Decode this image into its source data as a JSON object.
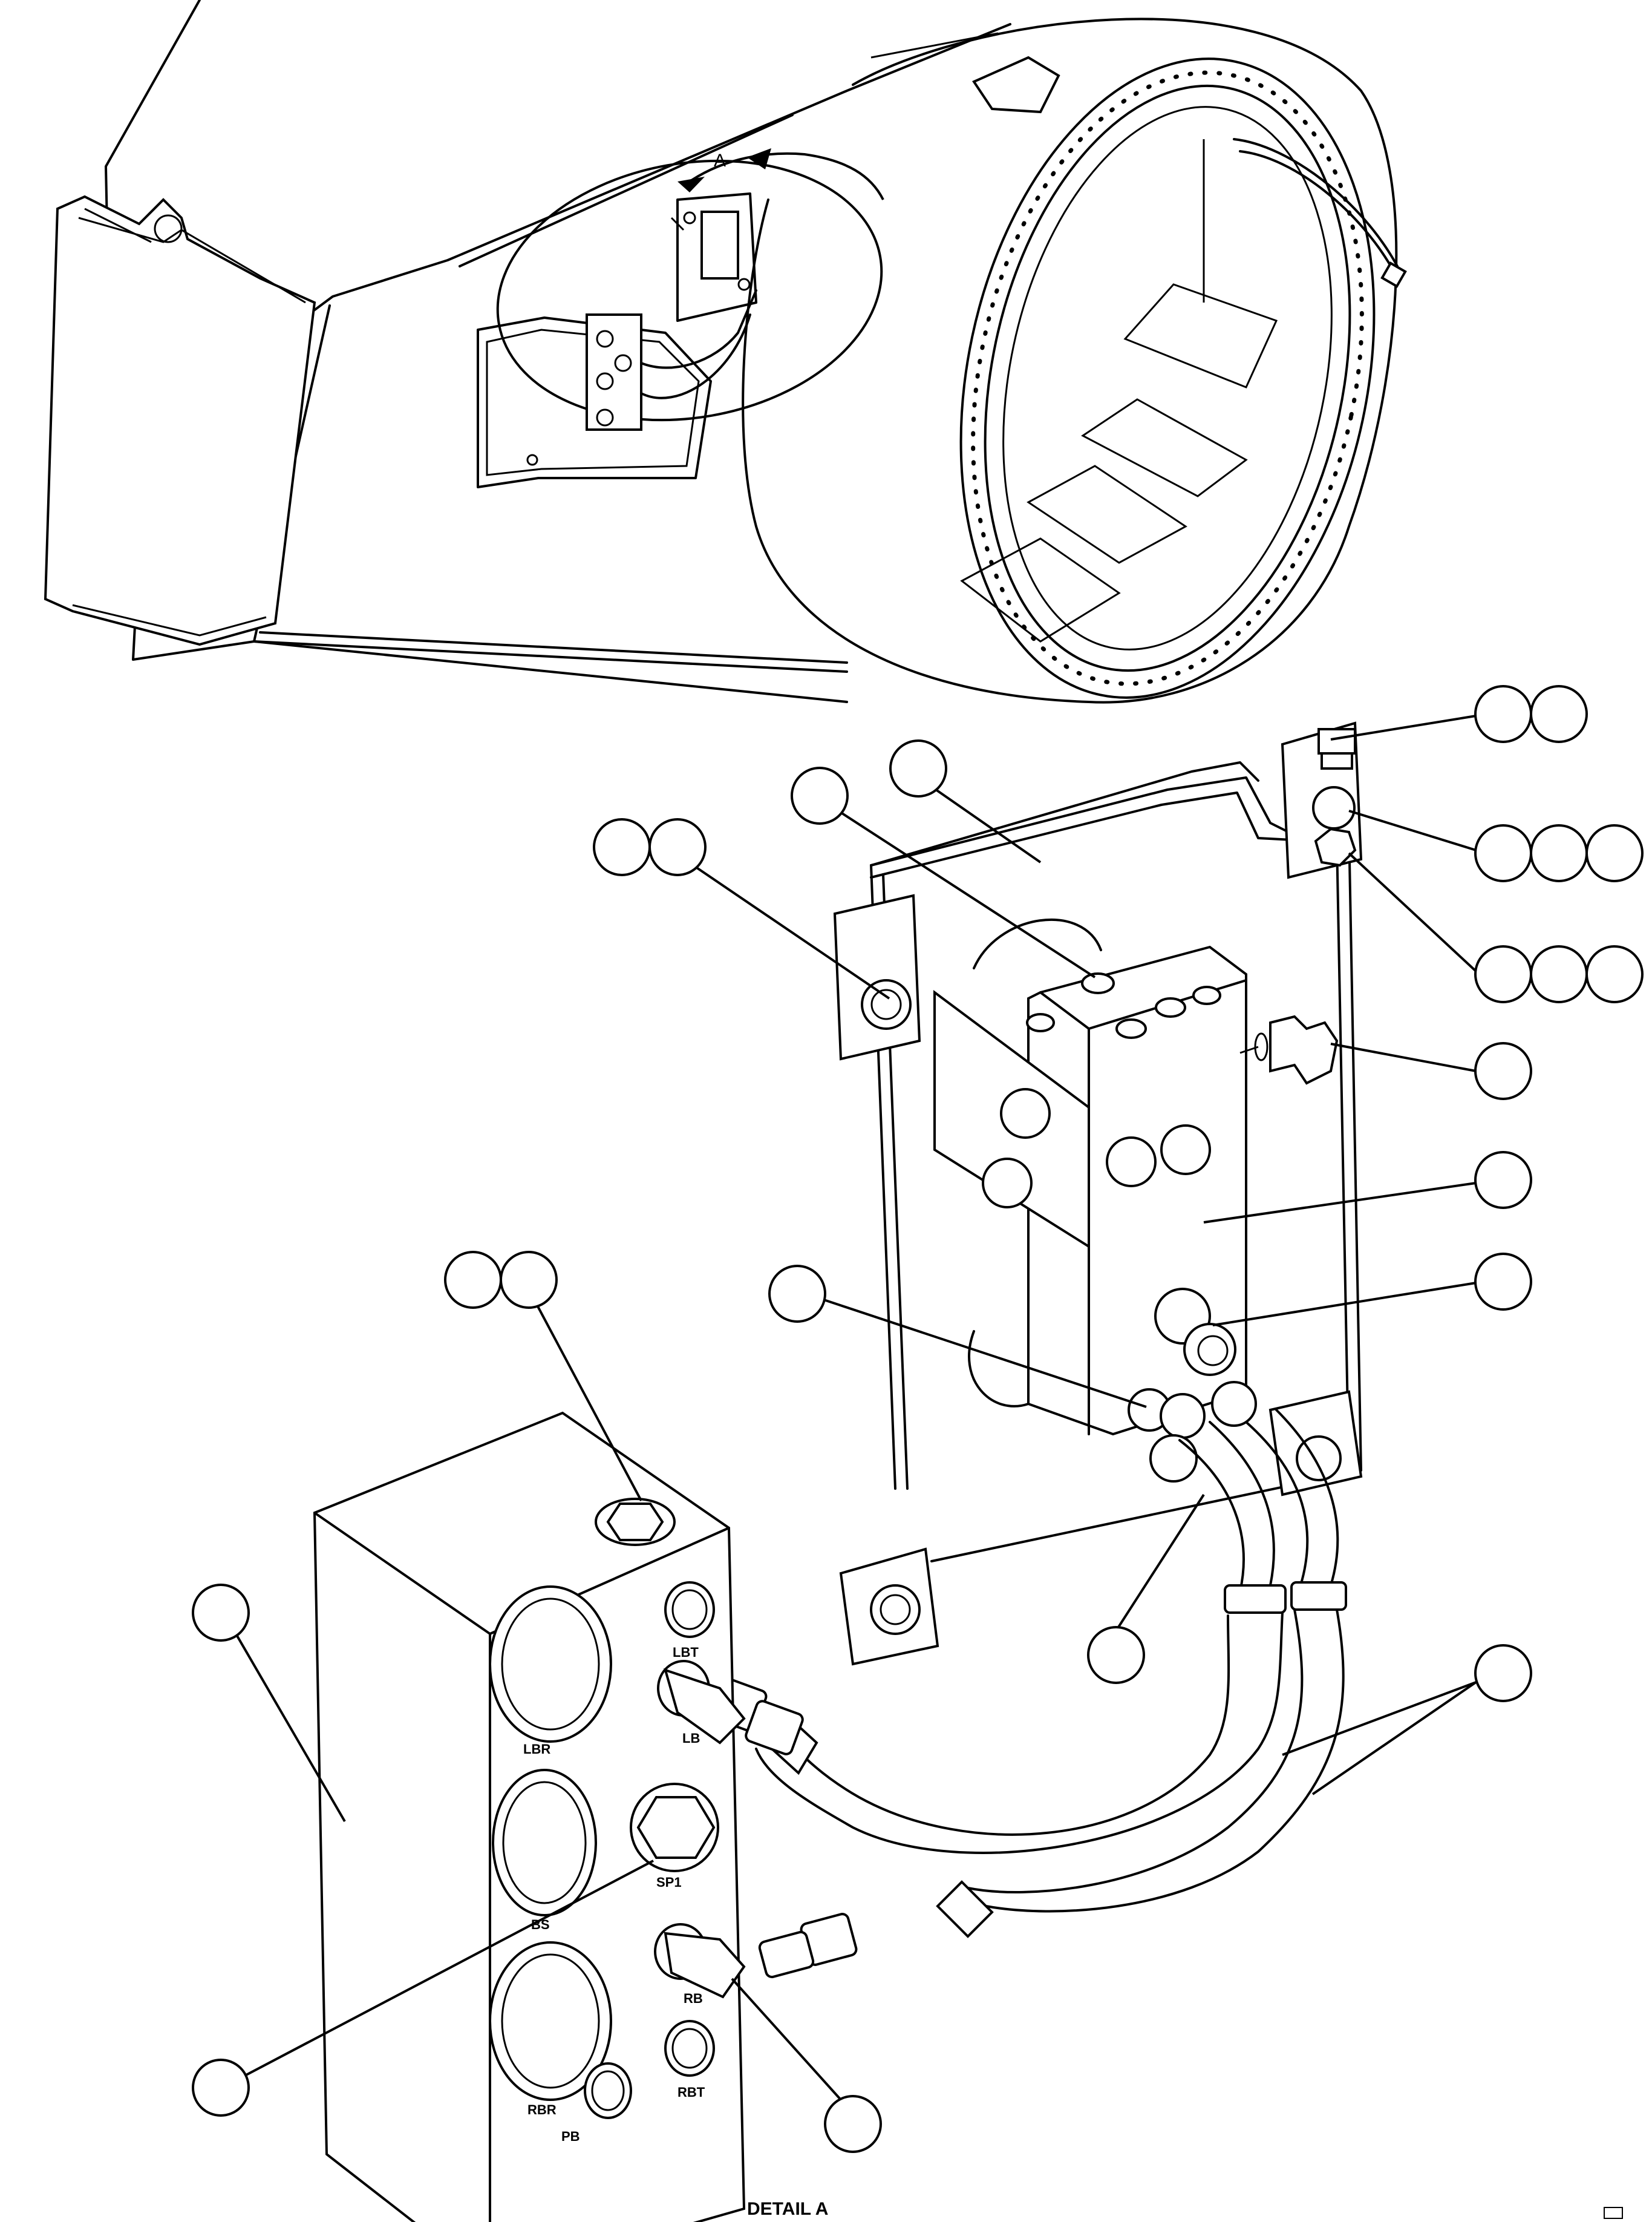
{
  "view_marker": {
    "letter": "A"
  },
  "detail_caption": "DETAIL A",
  "corner_code": "",
  "port_labels": {
    "lbt": "LBT",
    "lb": "LB",
    "lbr": "LBR",
    "bs": "BS",
    "sp1": "SP1",
    "rbr": "RBR",
    "rb": "RB",
    "rbt": "RBT",
    "pb": "PB"
  },
  "callouts": [
    {
      "id": "c1",
      "count": 2,
      "bubbles": [
        "",
        ""
      ]
    },
    {
      "id": "c2",
      "count": 1,
      "bubbles": [
        ""
      ]
    },
    {
      "id": "c3",
      "count": 1,
      "bubbles": [
        ""
      ]
    },
    {
      "id": "c4",
      "count": 2,
      "bubbles": [
        "",
        ""
      ]
    },
    {
      "id": "c5",
      "count": 3,
      "bubbles": [
        "",
        "",
        ""
      ]
    },
    {
      "id": "c6",
      "count": 3,
      "bubbles": [
        "",
        "",
        ""
      ]
    },
    {
      "id": "c7",
      "count": 1,
      "bubbles": [
        ""
      ]
    },
    {
      "id": "c8",
      "count": 1,
      "bubbles": [
        ""
      ]
    },
    {
      "id": "c9",
      "count": 1,
      "bubbles": [
        ""
      ]
    },
    {
      "id": "c10",
      "count": 1,
      "bubbles": [
        ""
      ]
    },
    {
      "id": "c11",
      "count": 2,
      "bubbles": [
        "",
        ""
      ]
    },
    {
      "id": "c12",
      "count": 1,
      "bubbles": [
        ""
      ]
    },
    {
      "id": "c13",
      "count": 1,
      "bubbles": [
        ""
      ]
    },
    {
      "id": "c14",
      "count": 1,
      "bubbles": [
        ""
      ]
    },
    {
      "id": "c15",
      "count": 1,
      "bubbles": [
        ""
      ]
    },
    {
      "id": "c16",
      "count": 1,
      "bubbles": [
        ""
      ]
    }
  ]
}
